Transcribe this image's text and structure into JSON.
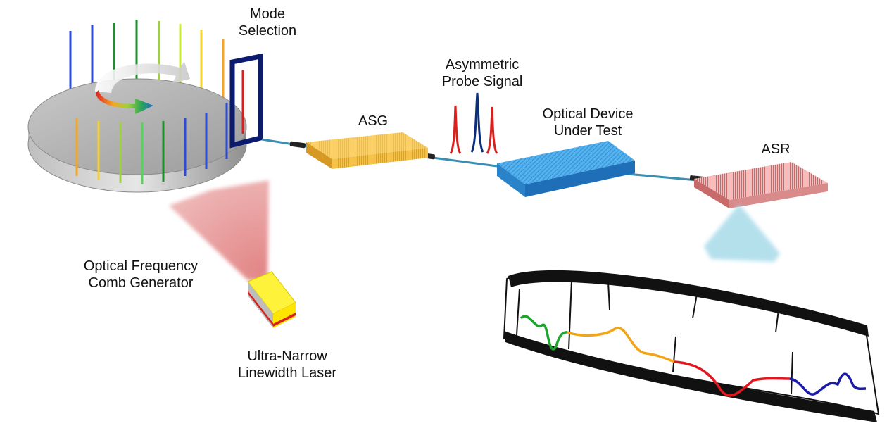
{
  "labels": {
    "mode_selection": [
      "Mode",
      "Selection"
    ],
    "asymmetric_probe": [
      "Asymmetric",
      "Probe Signal"
    ],
    "asg": "ASG",
    "optical_device": [
      "Optical Device",
      "Under Test"
    ],
    "asr": "ASR",
    "ofcg": [
      "Optical Frequency",
      "Comb Generator"
    ],
    "laser": [
      "Ultra-Narrow",
      "Linewidth Laser"
    ]
  },
  "colors": {
    "comb_lines": [
      "#2c4bd6",
      "#2c4bd6",
      "#1f8f2e",
      "#59d15a",
      "#c7ea3a",
      "#f2d230",
      "#f5a623",
      "#f5a623"
    ],
    "asg_block": "#f5c24a",
    "dut_block": "#4aa6e8",
    "asr_block": "#e8a6a6",
    "probe_red": "#d8201e",
    "probe_blue": "#0b2e7a",
    "trace_green": "#1fa52e",
    "trace_orange": "#f2a516",
    "trace_red": "#e0171e",
    "trace_blue": "#1a1aa8"
  },
  "icons": [
    "rotation-arrow-icon",
    "film-strip-icon"
  ]
}
